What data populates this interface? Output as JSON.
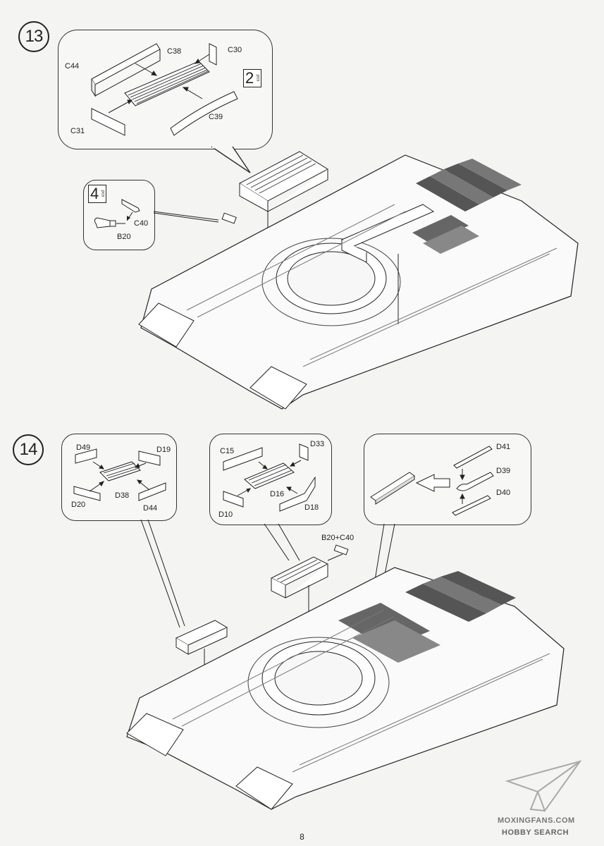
{
  "page_number": "8",
  "steps": [
    {
      "number": "13",
      "detail_labels": {
        "c44": "C44",
        "c38": "C38",
        "c30": "C30",
        "c31": "C31",
        "c39": "C39"
      },
      "detail_qty": {
        "count": "2",
        "unit": "pcs"
      },
      "side_labels": {
        "c40": "C40",
        "b20": "B20"
      },
      "side_qty": {
        "count": "4",
        "unit": "pcs"
      }
    },
    {
      "number": "14",
      "bubble_a": {
        "d49": "D49",
        "d19": "D19",
        "d20": "D20",
        "d38": "D38",
        "d44": "D44"
      },
      "bubble_b": {
        "c15": "C15",
        "d33": "D33",
        "d16": "D16",
        "d10": "D10",
        "d18": "D18"
      },
      "bubble_c": {
        "d41": "D41",
        "d39": "D39",
        "d40": "D40"
      },
      "combo_label": "B20+C40"
    }
  ],
  "watermark": {
    "site": "MOXINGFANS.COM",
    "brand": "HOBBY SEARCH"
  }
}
